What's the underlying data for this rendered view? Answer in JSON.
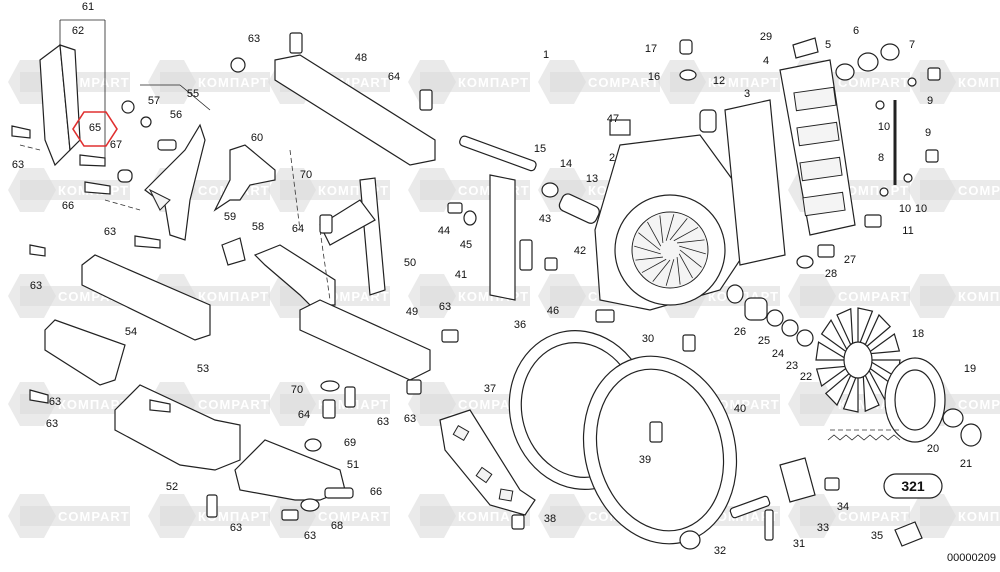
{
  "watermark": {
    "latin": "COMPART",
    "cyrillic": "КОМПАРТ"
  },
  "diagram_code": "00000209",
  "group_ref": "321",
  "highlighted_part": "65",
  "labels": [
    "61",
    "62",
    "65",
    "57",
    "56",
    "55",
    "67",
    "63",
    "66",
    "63",
    "63",
    "63",
    "54",
    "53",
    "63",
    "52",
    "63",
    "48",
    "64",
    "63",
    "60",
    "70",
    "59",
    "58",
    "64",
    "50",
    "49",
    "63",
    "70",
    "64",
    "63",
    "63",
    "69",
    "51",
    "66",
    "68",
    "63",
    "1",
    "17",
    "16",
    "12",
    "29",
    "5",
    "6",
    "7",
    "4",
    "3",
    "47",
    "2",
    "15",
    "14",
    "13",
    "44",
    "45",
    "43",
    "42",
    "41",
    "46",
    "36",
    "37",
    "30",
    "26",
    "25",
    "24",
    "23",
    "22",
    "40",
    "39",
    "38",
    "32",
    "11",
    "27",
    "28",
    "10",
    "9",
    "10",
    "8",
    "9",
    "10",
    "18",
    "19",
    "20",
    "21",
    "34",
    "33",
    "31",
    "35"
  ]
}
